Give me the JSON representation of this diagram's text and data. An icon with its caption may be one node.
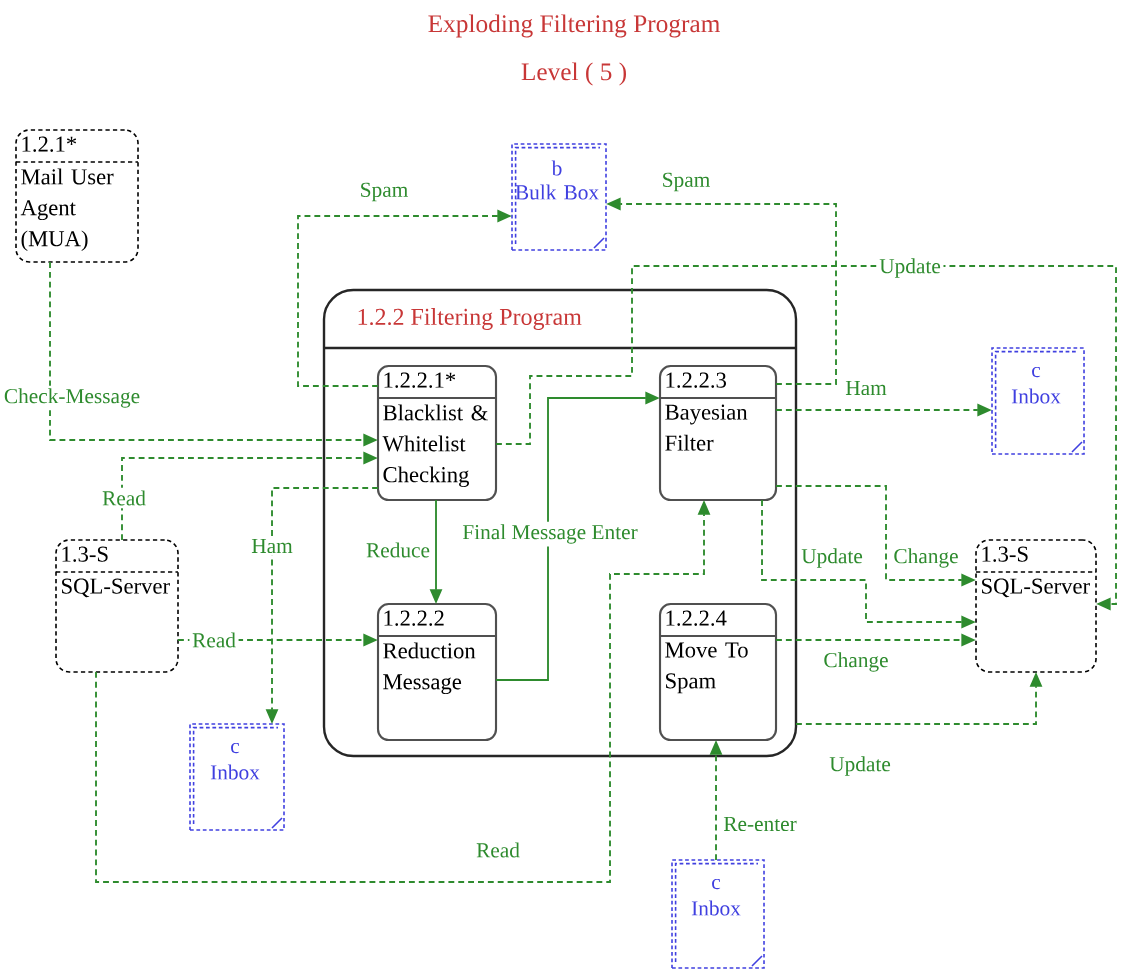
{
  "diagram": {
    "title": "Exploding Filtering Program",
    "nodes": [
      {
        "text": [
          "1.2.1*",
          "Mail User Agent (MUA)"
        ]
      },
      {
        "text": [
          "b",
          "Bulk Box"
        ]
      },
      {
        "text": [
          "1.2.2 Filtering Program"
        ]
      },
      {
        "text": [
          "1.2.2.1*",
          "Blacklist & Whitelist Checking"
        ],
        "in": 2
      },
      {
        "text": [
          "1.2.2.3",
          "Bayesian Filter"
        ],
        "in": 2
      },
      {
        "text": [
          "1.2.2.2",
          "Reduction Message"
        ],
        "in": 2
      },
      {
        "text": [
          "1.2.2.4",
          "Move To Spam"
        ],
        "in": 2
      },
      {
        "text": [
          "c",
          "Inbox"
        ]
      },
      {
        "text": [
          "1.3-S",
          "SQL-Server"
        ]
      },
      {
        "text": [
          "1.3-S",
          "SQL-Server"
        ]
      },
      {
        "text": [
          "c",
          "Inbox"
        ]
      },
      {
        "text": [
          "c",
          "Inbox"
        ]
      }
    ],
    "edges": [
      {
        "from": 3,
        "to": 1,
        "arrow": "to",
        "label": "Spam",
        "style": "dashed"
      },
      {
        "from": 4,
        "to": 1,
        "arrow": "to",
        "label": "Spam",
        "style": "dashed"
      },
      {
        "from": 0,
        "to": 3,
        "arrow": "to",
        "label": "Check-Message",
        "style": "dashed"
      },
      {
        "from": 8,
        "to": 3,
        "arrow": "to",
        "label": "Read",
        "style": "dashed"
      },
      {
        "from": 3,
        "to": 10,
        "arrow": "to",
        "label": "Ham",
        "style": "dashed"
      },
      {
        "from": 3,
        "to": 5,
        "arrow": "to",
        "label": "Reduce"
      },
      {
        "from": 5,
        "to": 4,
        "arrow": "to",
        "label": "Final Message Enter"
      },
      {
        "from": 8,
        "to": 5,
        "arrow": "to",
        "label": "Read",
        "style": "dashed"
      },
      {
        "from": 3,
        "to": 9,
        "arrow": "to",
        "label": "Update",
        "style": "dashed"
      },
      {
        "from": 4,
        "to": 7,
        "arrow": "to",
        "label": "Ham",
        "style": "dashed"
      },
      {
        "from": 4,
        "to": 9,
        "arrow": "to",
        "label": "Change",
        "style": "dashed"
      },
      {
        "from": 4,
        "to": 9,
        "arrow": "to",
        "label": "Update",
        "style": "dashed"
      },
      {
        "from": 6,
        "to": 9,
        "arrow": "to",
        "label": "Change",
        "style": "dashed"
      },
      {
        "from": 2,
        "to": 9,
        "arrow": "to",
        "label": "Update",
        "style": "dashed"
      },
      {
        "from": 11,
        "to": 6,
        "arrow": "to",
        "label": "Re-enter",
        "style": "dashed"
      },
      {
        "from": 8,
        "to": 4,
        "arrow": "to",
        "label": "Read",
        "style": "dashed"
      }
    ],
    "labels": [
      "Level ( 5 )"
    ]
  }
}
